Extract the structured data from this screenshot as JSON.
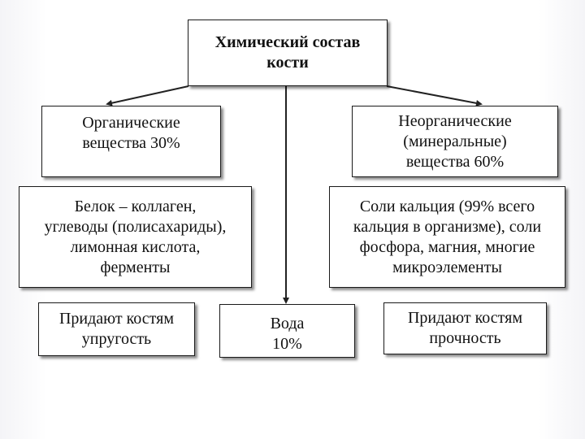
{
  "diagram": {
    "root": {
      "lines": [
        "Химический состав",
        "кости"
      ]
    },
    "organic": {
      "lines": [
        "Органические",
        "вещества 30%"
      ]
    },
    "inorganic": {
      "lines": [
        "Неорганические",
        "(минеральные)",
        "вещества 60%"
      ]
    },
    "organic_detail": {
      "lines": [
        "Белок – коллаген,",
        "углеводы (полисахариды),",
        "лимонная кислота,",
        "ферменты"
      ]
    },
    "inorganic_detail": {
      "lines": [
        "Соли кальция (99% всего",
        "кальция в организме), соли",
        "фосфора, магния, многие",
        "микроэлементы"
      ]
    },
    "organic_effect": {
      "lines": [
        "Придают костям",
        "упругость"
      ]
    },
    "water": {
      "lines": [
        "Вода",
        "10%"
      ]
    },
    "inorganic_effect": {
      "lines": [
        "Придают костям",
        "прочность"
      ]
    }
  },
  "colors": {
    "line": "#222222",
    "box_border": "#1a1a1a",
    "box_fill": "#ffffff"
  }
}
